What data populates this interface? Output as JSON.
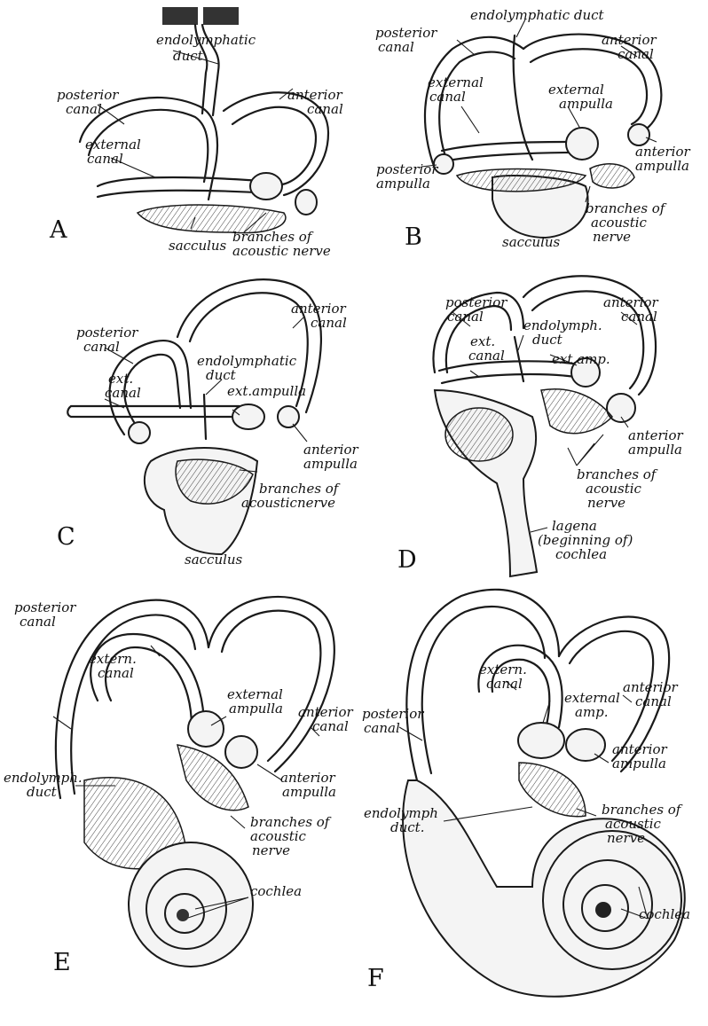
{
  "panels": {
    "A": {
      "letter": "A",
      "labels": {
        "endolymphatic_duct_1": "endolymphatic",
        "endolymphatic_duct_2": "duct",
        "posterior_canal_1": "posterior",
        "posterior_canal_2": "canal",
        "anterior_canal_1": "anterior",
        "anterior_canal_2": "canal",
        "external_canal_1": "external",
        "external_canal_2": "canal",
        "sacculus": "sacculus",
        "branches_1": "branches of",
        "branches_2": "acoustic nerve"
      }
    },
    "B": {
      "letter": "B",
      "labels": {
        "posterior_canal_1": "posterior",
        "posterior_canal_2": "canal",
        "endolymphatic_duct": "endolymphatic duct",
        "anterior_canal_1": "anterior",
        "anterior_canal_2": "canal",
        "external_canal_1": "external",
        "external_canal_2": "canal",
        "external_ampulla_1": "external",
        "external_ampulla_2": "ampulla",
        "anterior_ampulla_1": "anterior",
        "anterior_ampulla_2": "ampulla",
        "posterior_ampulla_1": "posterior",
        "posterior_ampulla_2": "ampulla",
        "branches_1": "branches of",
        "branches_2": "acoustic",
        "branches_3": "nerve",
        "sacculus": "sacculus"
      }
    },
    "C": {
      "letter": "C",
      "labels": {
        "posterior_canal_1": "posterior",
        "posterior_canal_2": "canal",
        "anterior_canal_1": "anterior",
        "anterior_canal_2": "canal",
        "ext_canal_1": "ext.",
        "ext_canal_2": "canal",
        "endolymphatic_duct_1": "endolymphatic",
        "endolymphatic_duct_2": "duct",
        "ext_ampulla": "ext.ampulla",
        "anterior_ampulla_1": "anterior",
        "anterior_ampulla_2": "ampulla",
        "branches_1": "branches of",
        "branches_2": "acousticnerve",
        "sacculus": "sacculus"
      }
    },
    "D": {
      "letter": "D",
      "labels": {
        "posterior_canal_1": "posterior",
        "posterior_canal_2": "canal",
        "anterior_canal_1": "anterior",
        "anterior_canal_2": "canal",
        "ext_canal_1": "ext.",
        "ext_canal_2": "canal",
        "endolymph_duct_1": "endolymph.",
        "endolymph_duct_2": "duct",
        "ext_amp": "ext.amp.",
        "anterior_ampulla_1": "anterior",
        "anterior_ampulla_2": "ampulla",
        "branches_1": "branches of",
        "branches_2": "acoustic",
        "branches_3": "nerve",
        "lagena_1": "lagena",
        "lagena_2": "(beginning of)",
        "lagena_3": "cochlea"
      }
    },
    "E": {
      "letter": "E",
      "labels": {
        "posterior_canal_1": "posterior",
        "posterior_canal_2": "canal",
        "extern_canal_1": "extern.",
        "extern_canal_2": "canal",
        "external_ampulla_1": "external",
        "external_ampulla_2": "ampulla",
        "anterior_canal_1": "anterior",
        "anterior_canal_2": "canal",
        "endolymph_duct_1": "endolymph.",
        "endolymph_duct_2": "duct",
        "anterior_ampulla_1": "anterior",
        "anterior_ampulla_2": "ampulla",
        "branches_1": "branches of",
        "branches_2": "acoustic",
        "branches_3": "nerve",
        "cochlea": "cochlea"
      }
    },
    "F": {
      "letter": "F",
      "labels": {
        "posterior_canal_1": "posterior",
        "posterior_canal_2": "canal",
        "extern_canal_1": "extern.",
        "extern_canal_2": "canal",
        "external_amp_1": "external",
        "external_amp_2": "amp.",
        "anterior_canal_1": "anterior",
        "anterior_canal_2": "canal",
        "anterior_ampulla_1": "anterior",
        "anterior_ampulla_2": "ampulla",
        "endolymph_duct_1": "endolymph",
        "endolymph_duct_2": "duct.",
        "branches_1": "branches of",
        "branches_2": "acoustic",
        "branches_3": "nerve",
        "cochlea": "cochlea"
      }
    }
  }
}
